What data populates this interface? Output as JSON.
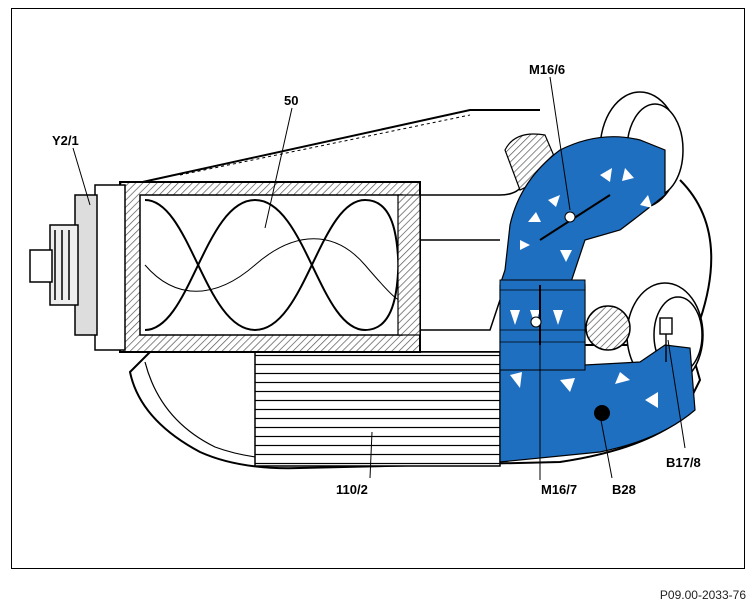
{
  "figure": {
    "callouts": {
      "y2_1": "Y2/1",
      "n50": "50",
      "m16_6": "M16/6",
      "b17_8": "B17/8",
      "m16_7": "M16/7",
      "b28": "B28",
      "n110_2": "110/2"
    },
    "reference": "P09.00-2033-76"
  },
  "colors": {
    "airflow": "#1f6fc0",
    "arrow": "#ffffff",
    "line": "#000000",
    "hatch": "#555555"
  }
}
